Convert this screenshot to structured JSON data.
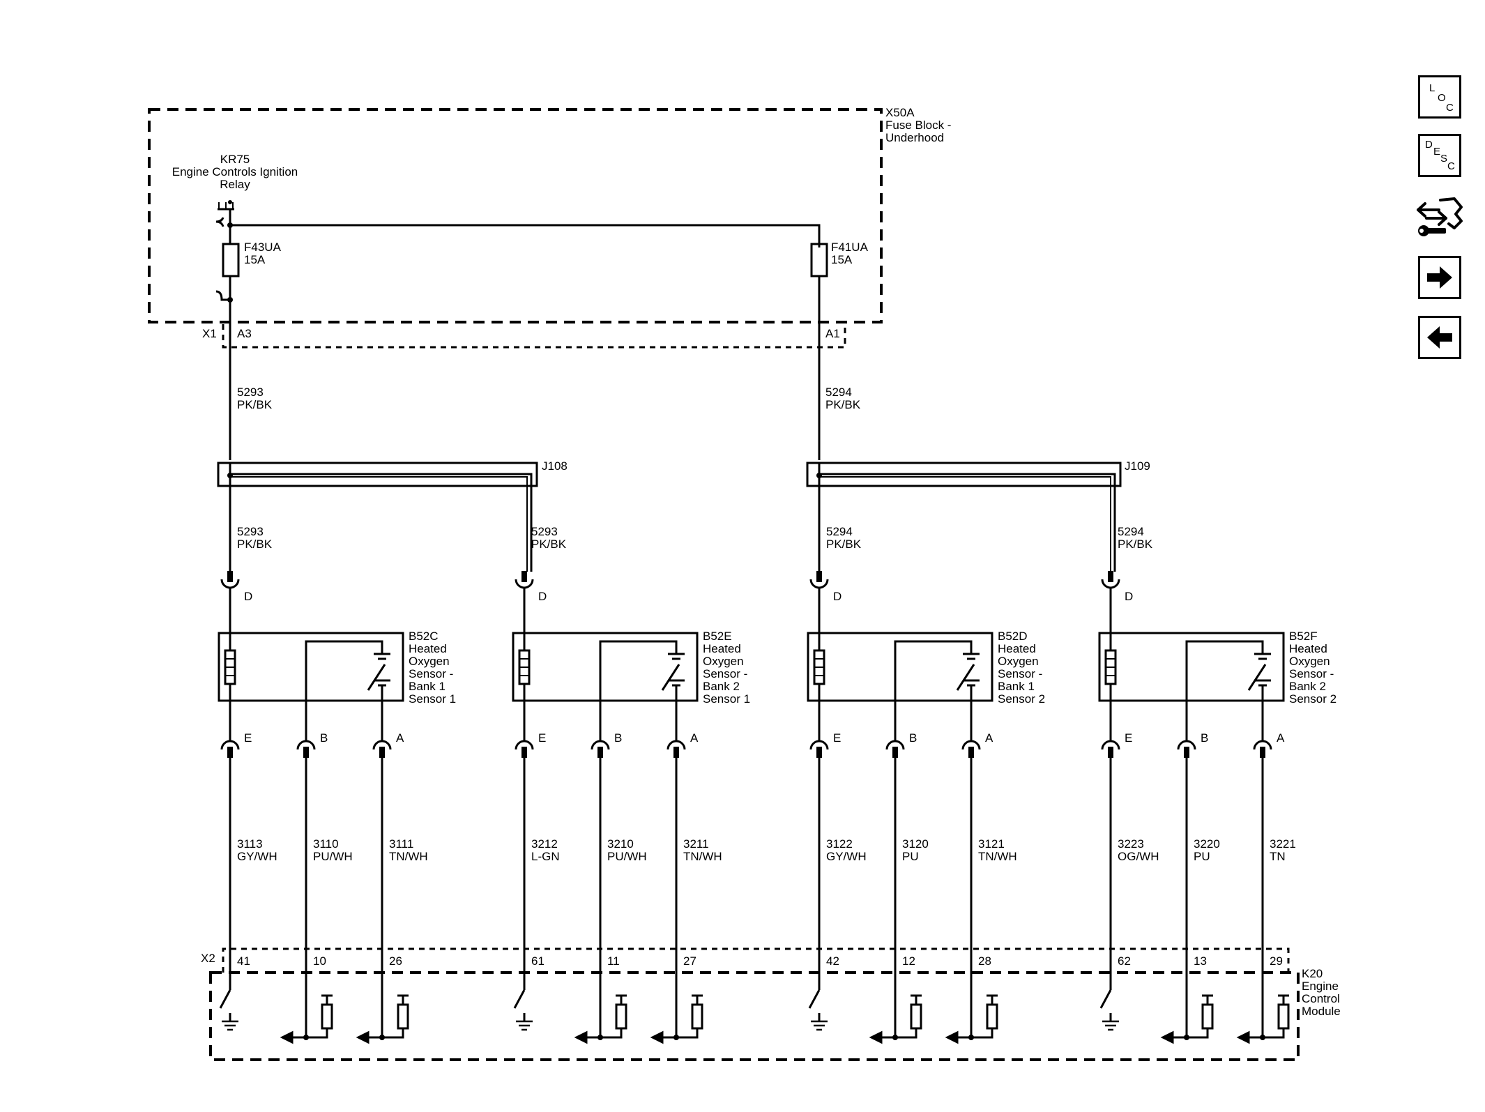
{
  "fuse_block": {
    "id": "X50A",
    "name1": "Fuse Block -",
    "name2": "Underhood"
  },
  "relay": {
    "id": "KR75",
    "name1": "Engine Controls Ignition",
    "name2": "Relay"
  },
  "fuses": [
    {
      "id": "F43UA",
      "rating": "15A"
    },
    {
      "id": "F41UA",
      "rating": "15A"
    }
  ],
  "connector_x1": {
    "id": "X1",
    "pins": [
      "A3",
      "A1"
    ]
  },
  "wires_supply": [
    {
      "circuit": "5293",
      "color": "PK/BK"
    },
    {
      "circuit": "5294",
      "color": "PK/BK"
    }
  ],
  "splices": [
    "J108",
    "J109"
  ],
  "wires_branch": [
    {
      "circuit": "5293",
      "color": "PK/BK"
    },
    {
      "circuit": "5293",
      "color": "PK/BK"
    },
    {
      "circuit": "5294",
      "color": "PK/BK"
    },
    {
      "circuit": "5294",
      "color": "PK/BK"
    }
  ],
  "sensors": [
    {
      "pin_d": "D",
      "id": "B52C",
      "lines": [
        "Heated",
        "Oxygen",
        "Sensor -",
        "Bank 1",
        "Sensor 1"
      ],
      "pins": [
        "E",
        "B",
        "A"
      ],
      "wires": [
        {
          "circuit": "3113",
          "color": "GY/WH"
        },
        {
          "circuit": "3110",
          "color": "PU/WH"
        },
        {
          "circuit": "3111",
          "color": "TN/WH"
        }
      ],
      "ecm_pins": [
        "41",
        "10",
        "26"
      ]
    },
    {
      "pin_d": "D",
      "id": "B52E",
      "lines": [
        "Heated",
        "Oxygen",
        "Sensor -",
        "Bank 2",
        "Sensor 1"
      ],
      "pins": [
        "E",
        "B",
        "A"
      ],
      "wires": [
        {
          "circuit": "3212",
          "color": "L-GN"
        },
        {
          "circuit": "3210",
          "color": "PU/WH"
        },
        {
          "circuit": "3211",
          "color": "TN/WH"
        }
      ],
      "ecm_pins": [
        "61",
        "11",
        "27"
      ]
    },
    {
      "pin_d": "D",
      "id": "B52D",
      "lines": [
        "Heated",
        "Oxygen",
        "Sensor -",
        "Bank 1",
        "Sensor 2"
      ],
      "pins": [
        "E",
        "B",
        "A"
      ],
      "wires": [
        {
          "circuit": "3122",
          "color": "GY/WH"
        },
        {
          "circuit": "3120",
          "color": "PU"
        },
        {
          "circuit": "3121",
          "color": "TN/WH"
        }
      ],
      "ecm_pins": [
        "42",
        "12",
        "28"
      ]
    },
    {
      "pin_d": "D",
      "id": "B52F",
      "lines": [
        "Heated",
        "Oxygen",
        "Sensor -",
        "Bank 2",
        "Sensor 2"
      ],
      "pins": [
        "E",
        "B",
        "A"
      ],
      "wires": [
        {
          "circuit": "3223",
          "color": "OG/WH"
        },
        {
          "circuit": "3220",
          "color": "PU"
        },
        {
          "circuit": "3221",
          "color": "TN"
        }
      ],
      "ecm_pins": [
        "62",
        "13",
        "29"
      ]
    }
  ],
  "connector_x2": {
    "id": "X2"
  },
  "ecm": {
    "id": "K20",
    "lines": [
      "Engine",
      "Control",
      "Module"
    ]
  },
  "nav": {
    "loc": [
      "L",
      "O",
      "C"
    ],
    "desc": [
      "D",
      "E",
      "S",
      "C"
    ],
    "icons": [
      "connector-wrench-icon",
      "arrow-right-icon",
      "arrow-left-icon"
    ]
  }
}
